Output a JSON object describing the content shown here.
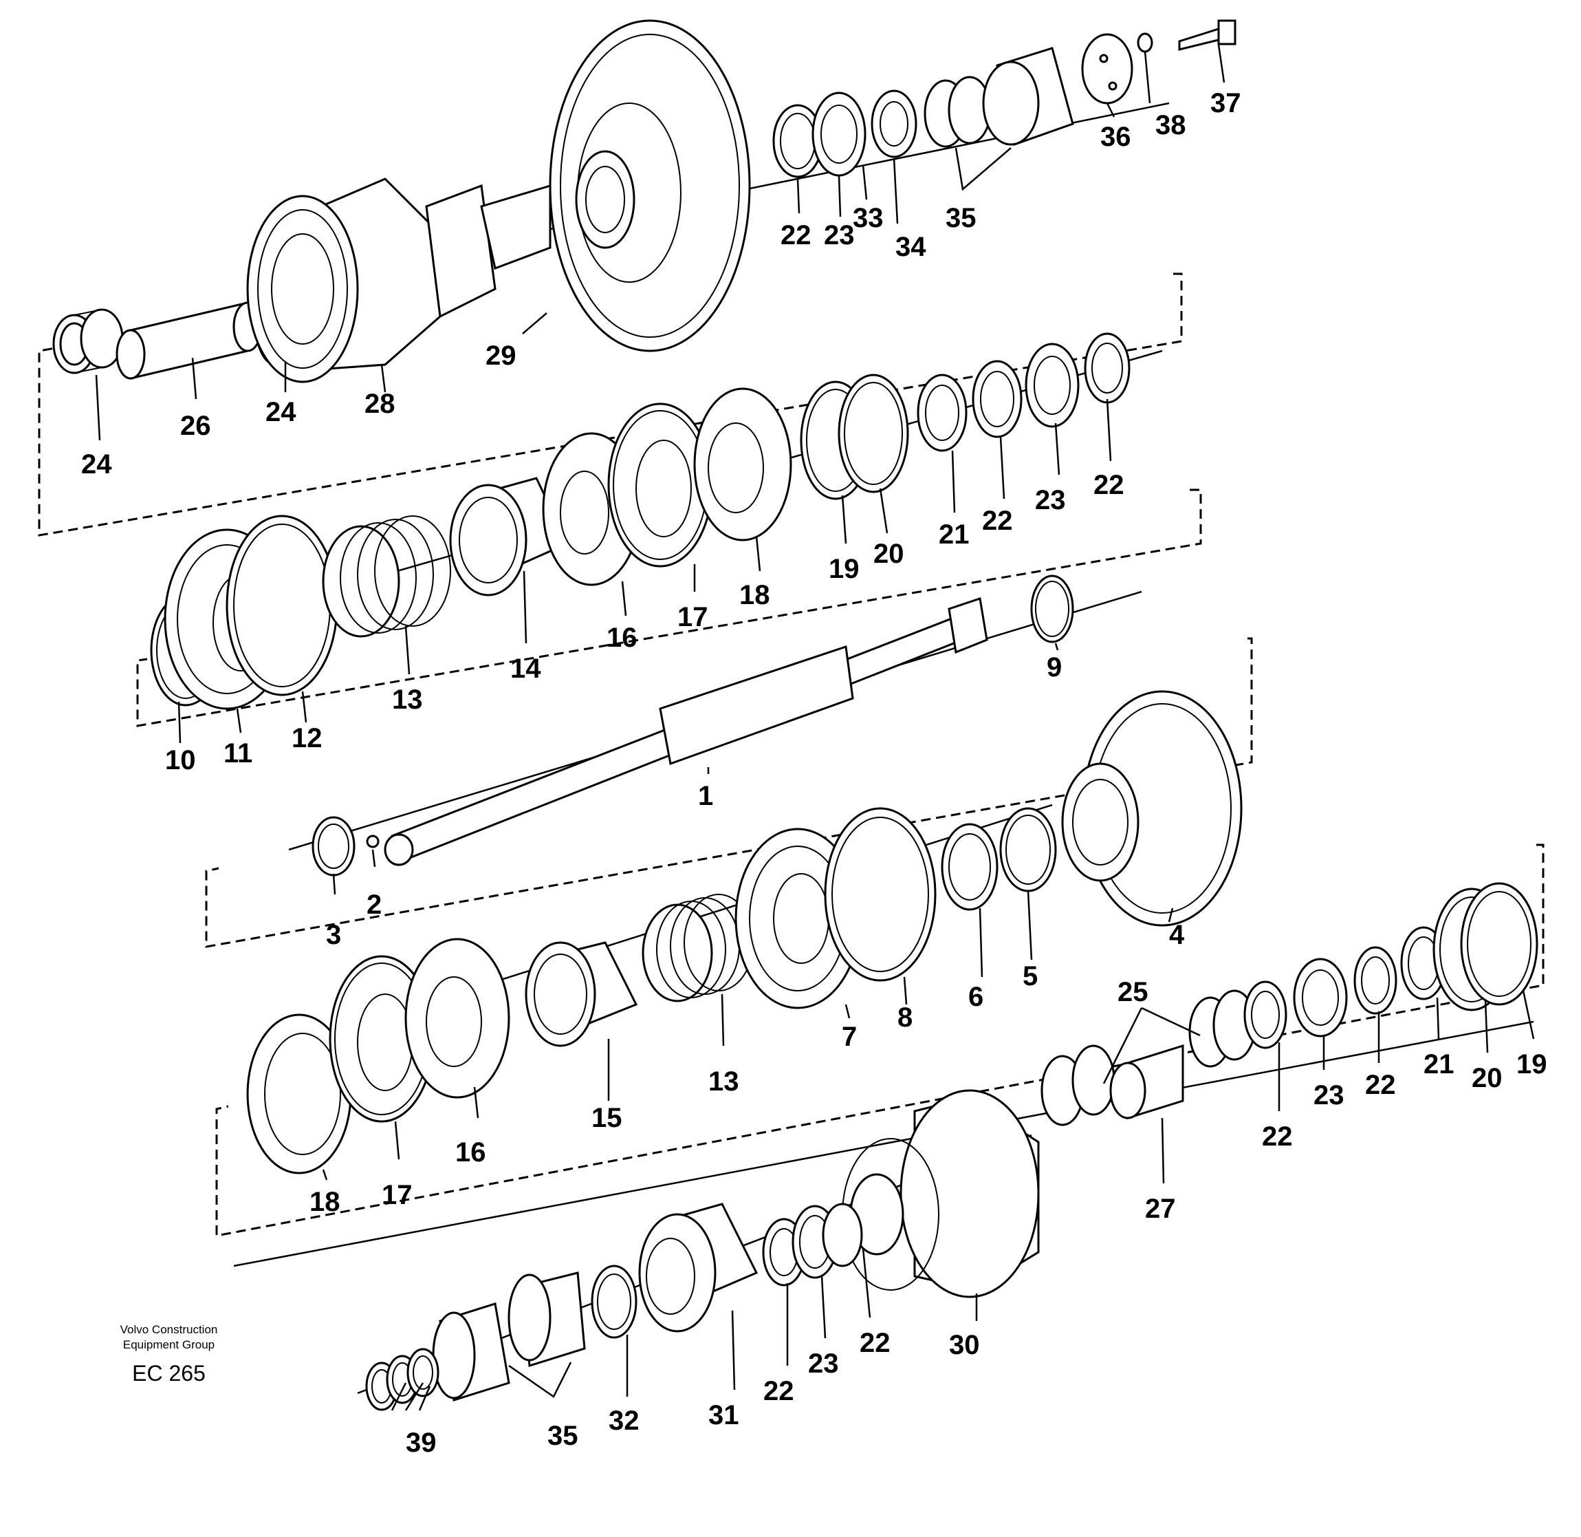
{
  "caption": {
    "company_line1": "Volvo Construction",
    "company_line2": "Equipment Group",
    "code": "EC 265"
  },
  "labels": {
    "l1": "1",
    "l2": "2",
    "l3": "3",
    "l4": "4",
    "l5": "5",
    "l6": "6",
    "l7": "7",
    "l8": "8",
    "l9": "9",
    "l10": "10",
    "l11": "11",
    "l12": "12",
    "l13a": "13",
    "l13b": "13",
    "l14": "14",
    "l15": "15",
    "l16a": "16",
    "l16b": "16",
    "l17a": "17",
    "l17b": "17",
    "l18a": "18",
    "l18b": "18",
    "l19a": "19",
    "l19b": "19",
    "l20a": "20",
    "l20b": "20",
    "l21a": "21",
    "l21b": "21",
    "l22a": "22",
    "l22b": "22",
    "l22c": "22",
    "l22d": "22",
    "l22e": "22",
    "l22f": "22",
    "l22g": "22",
    "l23a": "23",
    "l23b": "23",
    "l23c": "23",
    "l23d": "23",
    "l24a": "24",
    "l24b": "24",
    "l25": "25",
    "l26": "26",
    "l27": "27",
    "l28": "28",
    "l29": "29",
    "l30": "30",
    "l31": "31",
    "l32": "32",
    "l33": "33",
    "l34": "34",
    "l35a": "35",
    "l35b": "35",
    "l36": "36",
    "l37": "37",
    "l38": "38",
    "l39": "39"
  }
}
